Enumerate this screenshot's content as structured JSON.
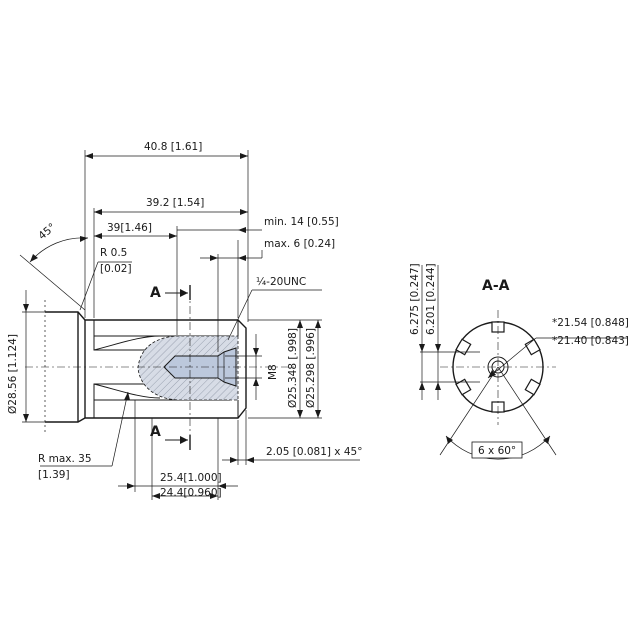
{
  "dims": {
    "overall_length": "40.8 [1.61]",
    "length_392": "39.2 [1.54]",
    "length_39": "39[1.46]",
    "min14": "min. 14 [0.55]",
    "max6": "max. 6 [0.24]",
    "angle45": "45°",
    "r05": "R 0.5",
    "r05_in": "[0.02]",
    "thread": "¼-20UNC",
    "dia2856": "Ø28.56 [1.124]",
    "m8": "M8",
    "dia25348": "Ø25.348 [.998]",
    "dia25298": "Ø25.298 [.996]",
    "chamfer": "2.05 [0.081] x 45°",
    "rmax": "R max. 35",
    "rmax_in": "[1.39]",
    "len254": "25.4[1.000]",
    "len244": "24.4[0.960]",
    "d6275": "6.275 [0.247]",
    "d6201": "6.201 [0.244]",
    "d2154": "*21.54 [0.848]",
    "d2140": "*21.40 [0.843]",
    "spline": "6 x 60°"
  },
  "labels": {
    "section_a_top": "A",
    "section_a_bottom": "A",
    "section_title": "A-A"
  },
  "colors": {
    "line": "#1a1a1a",
    "hatch_fill": "#d7dce6",
    "bore_fill": "#bcc8dc"
  }
}
